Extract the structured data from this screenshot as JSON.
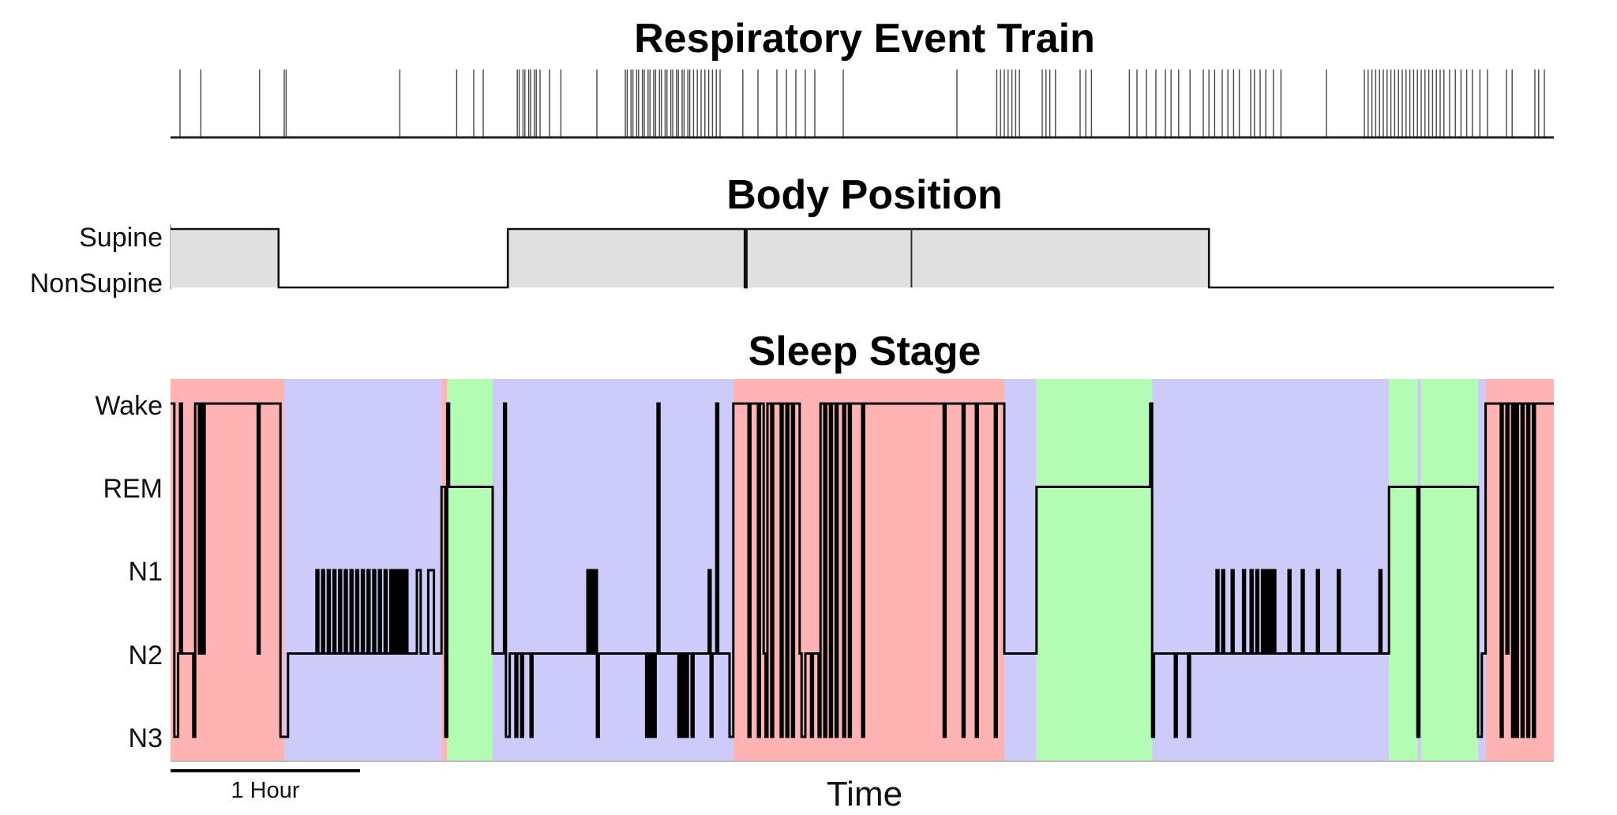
{
  "chart_data": [
    {
      "type": "event-raster",
      "title": "Respiratory Event Train",
      "x_range_hours": [
        0,
        7.3
      ],
      "events_hours": [
        0.05,
        0.16,
        0.47,
        0.6,
        0.61,
        1.21,
        1.51,
        1.6,
        1.65,
        1.83,
        1.84,
        1.86,
        1.87,
        1.89,
        1.9,
        1.92,
        1.93,
        1.95,
        2.0,
        2.06,
        2.25,
        2.4,
        2.41,
        2.43,
        2.44,
        2.46,
        2.47,
        2.49,
        2.5,
        2.52,
        2.53,
        2.55,
        2.56,
        2.58,
        2.59,
        2.61,
        2.62,
        2.64,
        2.65,
        2.67,
        2.68,
        2.7,
        2.71,
        2.73,
        2.74,
        2.76,
        2.78,
        2.8,
        2.82,
        2.84,
        2.86,
        2.88,
        2.9,
        3.02,
        3.1,
        3.2,
        3.25,
        3.3,
        3.35,
        3.4,
        3.55,
        4.15,
        4.36,
        4.38,
        4.4,
        4.42,
        4.44,
        4.46,
        4.48,
        4.6,
        4.62,
        4.64,
        4.67,
        4.8,
        4.83,
        4.86,
        5.06,
        5.1,
        5.15,
        5.2,
        5.25,
        5.28,
        5.32,
        5.38,
        5.45,
        5.48,
        5.51,
        5.55,
        5.58,
        5.61,
        5.64,
        5.7,
        5.72,
        5.75,
        5.78,
        5.82,
        5.86,
        6.1,
        6.3,
        6.32,
        6.34,
        6.36,
        6.38,
        6.4,
        6.42,
        6.44,
        6.46,
        6.48,
        6.5,
        6.52,
        6.54,
        6.56,
        6.58,
        6.6,
        6.62,
        6.64,
        6.66,
        6.68,
        6.7,
        6.72,
        6.75,
        6.78,
        6.81,
        6.84,
        6.87,
        6.91,
        6.95,
        7.05,
        7.08,
        7.2,
        7.22,
        7.25
      ]
    },
    {
      "type": "step",
      "title": "Body Position",
      "levels": [
        "Supine",
        "NonSupine"
      ],
      "segments": [
        {
          "start": 0.0,
          "end": 0.57,
          "position": "Supine"
        },
        {
          "start": 0.57,
          "end": 1.78,
          "position": "NonSupine"
        },
        {
          "start": 1.78,
          "end": 3.03,
          "position": "Supine"
        },
        {
          "start": 3.03,
          "end": 3.04,
          "position": "NonSupine"
        },
        {
          "start": 3.04,
          "end": 5.48,
          "position": "Supine"
        },
        {
          "start": 5.48,
          "end": 7.3,
          "position": "NonSupine"
        }
      ],
      "transition_marks_hours": [
        3.91
      ]
    },
    {
      "type": "hypnogram",
      "title": "Sleep Stage",
      "xlabel": "Time",
      "stages": [
        "Wake",
        "REM",
        "N1",
        "N2",
        "N3"
      ],
      "scale_bar": {
        "hours": 1,
        "label": "1 Hour"
      },
      "background_colors": {
        "wake": "#ffb3b3",
        "nrem": "#cccbfa",
        "rem": "#b3fcb3"
      },
      "background_segments": [
        {
          "start": 0.0,
          "end": 0.2,
          "state": "wake"
        },
        {
          "start": 0.2,
          "end": 0.6,
          "state": "wake"
        },
        {
          "start": 0.6,
          "end": 1.43,
          "state": "nrem"
        },
        {
          "start": 1.43,
          "end": 1.46,
          "state": "wake"
        },
        {
          "start": 1.46,
          "end": 1.7,
          "state": "rem"
        },
        {
          "start": 1.7,
          "end": 2.97,
          "state": "nrem"
        },
        {
          "start": 2.97,
          "end": 4.4,
          "state": "wake"
        },
        {
          "start": 4.4,
          "end": 4.57,
          "state": "nrem"
        },
        {
          "start": 4.57,
          "end": 5.18,
          "state": "rem"
        },
        {
          "start": 5.18,
          "end": 6.43,
          "state": "nrem"
        },
        {
          "start": 6.43,
          "end": 6.58,
          "state": "rem"
        },
        {
          "start": 6.58,
          "end": 6.6,
          "state": "nrem"
        },
        {
          "start": 6.6,
          "end": 6.9,
          "state": "rem"
        },
        {
          "start": 6.9,
          "end": 6.94,
          "state": "nrem"
        },
        {
          "start": 6.94,
          "end": 7.3,
          "state": "wake"
        }
      ],
      "hypnogram_steps": [
        {
          "t": 0.0,
          "stage": "Wake"
        },
        {
          "t": 0.02,
          "stage": "N3"
        },
        {
          "t": 0.04,
          "stage": "N2"
        },
        {
          "t": 0.05,
          "stage": "Wake"
        },
        {
          "t": 0.06,
          "stage": "N2"
        },
        {
          "t": 0.12,
          "stage": "N3"
        },
        {
          "t": 0.13,
          "stage": "Wake"
        },
        {
          "t": 0.15,
          "stage": "N2"
        },
        {
          "t": 0.16,
          "stage": "Wake"
        },
        {
          "t": 0.17,
          "stage": "N2"
        },
        {
          "t": 0.18,
          "stage": "Wake"
        },
        {
          "t": 0.46,
          "stage": "N2"
        },
        {
          "t": 0.47,
          "stage": "Wake"
        },
        {
          "t": 0.58,
          "stage": "N3"
        },
        {
          "t": 0.62,
          "stage": "N2"
        },
        {
          "t": 0.77,
          "stage": "N1"
        },
        {
          "t": 0.78,
          "stage": "N2"
        },
        {
          "t": 0.8,
          "stage": "N1"
        },
        {
          "t": 0.81,
          "stage": "N2"
        },
        {
          "t": 0.83,
          "stage": "N1"
        },
        {
          "t": 0.84,
          "stage": "N2"
        },
        {
          "t": 0.86,
          "stage": "N1"
        },
        {
          "t": 0.87,
          "stage": "N2"
        },
        {
          "t": 0.89,
          "stage": "N1"
        },
        {
          "t": 0.9,
          "stage": "N2"
        },
        {
          "t": 0.92,
          "stage": "N1"
        },
        {
          "t": 0.93,
          "stage": "N2"
        },
        {
          "t": 0.95,
          "stage": "N1"
        },
        {
          "t": 0.96,
          "stage": "N2"
        },
        {
          "t": 0.98,
          "stage": "N1"
        },
        {
          "t": 0.99,
          "stage": "N2"
        },
        {
          "t": 1.01,
          "stage": "N1"
        },
        {
          "t": 1.02,
          "stage": "N2"
        },
        {
          "t": 1.04,
          "stage": "N1"
        },
        {
          "t": 1.05,
          "stage": "N2"
        },
        {
          "t": 1.07,
          "stage": "N1"
        },
        {
          "t": 1.08,
          "stage": "N2"
        },
        {
          "t": 1.1,
          "stage": "N1"
        },
        {
          "t": 1.11,
          "stage": "N2"
        },
        {
          "t": 1.13,
          "stage": "N1"
        },
        {
          "t": 1.14,
          "stage": "N2"
        },
        {
          "t": 1.16,
          "stage": "N1"
        },
        {
          "t": 1.17,
          "stage": "N2"
        },
        {
          "t": 1.18,
          "stage": "N1"
        },
        {
          "t": 1.19,
          "stage": "N2"
        },
        {
          "t": 1.2,
          "stage": "N1"
        },
        {
          "t": 1.21,
          "stage": "N2"
        },
        {
          "t": 1.22,
          "stage": "N1"
        },
        {
          "t": 1.23,
          "stage": "N2"
        },
        {
          "t": 1.24,
          "stage": "N1"
        },
        {
          "t": 1.25,
          "stage": "N2"
        },
        {
          "t": 1.3,
          "stage": "N1"
        },
        {
          "t": 1.32,
          "stage": "N2"
        },
        {
          "t": 1.36,
          "stage": "N1"
        },
        {
          "t": 1.39,
          "stage": "N2"
        },
        {
          "t": 1.43,
          "stage": "REM"
        },
        {
          "t": 1.45,
          "stage": "N3"
        },
        {
          "t": 1.46,
          "stage": "Wake"
        },
        {
          "t": 1.47,
          "stage": "REM"
        },
        {
          "t": 1.7,
          "stage": "N2"
        },
        {
          "t": 1.76,
          "stage": "Wake"
        },
        {
          "t": 1.77,
          "stage": "N3"
        },
        {
          "t": 1.79,
          "stage": "N2"
        },
        {
          "t": 1.82,
          "stage": "N3"
        },
        {
          "t": 1.83,
          "stage": "N2"
        },
        {
          "t": 1.85,
          "stage": "N3"
        },
        {
          "t": 1.86,
          "stage": "N2"
        },
        {
          "t": 1.9,
          "stage": "N3"
        },
        {
          "t": 1.91,
          "stage": "N2"
        },
        {
          "t": 2.2,
          "stage": "N1"
        },
        {
          "t": 2.21,
          "stage": "N2"
        },
        {
          "t": 2.22,
          "stage": "N1"
        },
        {
          "t": 2.23,
          "stage": "N2"
        },
        {
          "t": 2.24,
          "stage": "N1"
        },
        {
          "t": 2.25,
          "stage": "N3"
        },
        {
          "t": 2.26,
          "stage": "N2"
        },
        {
          "t": 2.51,
          "stage": "N3"
        },
        {
          "t": 2.52,
          "stage": "N2"
        },
        {
          "t": 2.53,
          "stage": "N3"
        },
        {
          "t": 2.54,
          "stage": "N2"
        },
        {
          "t": 2.55,
          "stage": "N3"
        },
        {
          "t": 2.56,
          "stage": "N2"
        },
        {
          "t": 2.57,
          "stage": "Wake"
        },
        {
          "t": 2.58,
          "stage": "N2"
        },
        {
          "t": 2.68,
          "stage": "N3"
        },
        {
          "t": 2.69,
          "stage": "N2"
        },
        {
          "t": 2.7,
          "stage": "N3"
        },
        {
          "t": 2.71,
          "stage": "N2"
        },
        {
          "t": 2.72,
          "stage": "N3"
        },
        {
          "t": 2.73,
          "stage": "N2"
        },
        {
          "t": 2.75,
          "stage": "N3"
        },
        {
          "t": 2.76,
          "stage": "N2"
        },
        {
          "t": 2.84,
          "stage": "N1"
        },
        {
          "t": 2.85,
          "stage": "N3"
        },
        {
          "t": 2.86,
          "stage": "N2"
        },
        {
          "t": 2.88,
          "stage": "Wake"
        },
        {
          "t": 2.89,
          "stage": "N2"
        },
        {
          "t": 2.95,
          "stage": "N3"
        },
        {
          "t": 2.97,
          "stage": "Wake"
        },
        {
          "t": 3.05,
          "stage": "N3"
        },
        {
          "t": 3.06,
          "stage": "Wake"
        },
        {
          "t": 3.1,
          "stage": "N3"
        },
        {
          "t": 3.11,
          "stage": "Wake"
        },
        {
          "t": 3.13,
          "stage": "N2"
        },
        {
          "t": 3.14,
          "stage": "N3"
        },
        {
          "t": 3.15,
          "stage": "Wake"
        },
        {
          "t": 3.17,
          "stage": "N3"
        },
        {
          "t": 3.18,
          "stage": "Wake"
        },
        {
          "t": 3.22,
          "stage": "N3"
        },
        {
          "t": 3.23,
          "stage": "Wake"
        },
        {
          "t": 3.25,
          "stage": "N3"
        },
        {
          "t": 3.26,
          "stage": "Wake"
        },
        {
          "t": 3.28,
          "stage": "N3"
        },
        {
          "t": 3.29,
          "stage": "Wake"
        },
        {
          "t": 3.32,
          "stage": "N2"
        },
        {
          "t": 3.33,
          "stage": "N3"
        },
        {
          "t": 3.35,
          "stage": "N2"
        },
        {
          "t": 3.38,
          "stage": "N3"
        },
        {
          "t": 3.39,
          "stage": "N2"
        },
        {
          "t": 3.42,
          "stage": "N3"
        },
        {
          "t": 3.43,
          "stage": "Wake"
        },
        {
          "t": 3.45,
          "stage": "N3"
        },
        {
          "t": 3.46,
          "stage": "Wake"
        },
        {
          "t": 3.48,
          "stage": "N3"
        },
        {
          "t": 3.49,
          "stage": "Wake"
        },
        {
          "t": 3.51,
          "stage": "N3"
        },
        {
          "t": 3.52,
          "stage": "Wake"
        },
        {
          "t": 3.55,
          "stage": "N3"
        },
        {
          "t": 3.56,
          "stage": "Wake"
        },
        {
          "t": 3.58,
          "stage": "N3"
        },
        {
          "t": 3.59,
          "stage": "Wake"
        },
        {
          "t": 3.65,
          "stage": "N3"
        },
        {
          "t": 3.66,
          "stage": "Wake"
        },
        {
          "t": 4.08,
          "stage": "N3"
        },
        {
          "t": 4.09,
          "stage": "Wake"
        },
        {
          "t": 4.18,
          "stage": "N3"
        },
        {
          "t": 4.19,
          "stage": "Wake"
        },
        {
          "t": 4.25,
          "stage": "N3"
        },
        {
          "t": 4.26,
          "stage": "Wake"
        },
        {
          "t": 4.35,
          "stage": "N3"
        },
        {
          "t": 4.36,
          "stage": "Wake"
        },
        {
          "t": 4.4,
          "stage": "N2"
        },
        {
          "t": 4.57,
          "stage": "REM"
        },
        {
          "t": 5.17,
          "stage": "Wake"
        },
        {
          "t": 5.18,
          "stage": "N3"
        },
        {
          "t": 5.19,
          "stage": "N2"
        },
        {
          "t": 5.3,
          "stage": "N3"
        },
        {
          "t": 5.31,
          "stage": "N2"
        },
        {
          "t": 5.37,
          "stage": "N3"
        },
        {
          "t": 5.38,
          "stage": "N2"
        },
        {
          "t": 5.52,
          "stage": "N1"
        },
        {
          "t": 5.53,
          "stage": "N2"
        },
        {
          "t": 5.55,
          "stage": "N1"
        },
        {
          "t": 5.56,
          "stage": "N2"
        },
        {
          "t": 5.6,
          "stage": "N1"
        },
        {
          "t": 5.61,
          "stage": "N2"
        },
        {
          "t": 5.66,
          "stage": "N1"
        },
        {
          "t": 5.67,
          "stage": "N2"
        },
        {
          "t": 5.7,
          "stage": "N1"
        },
        {
          "t": 5.71,
          "stage": "N2"
        },
        {
          "t": 5.73,
          "stage": "N1"
        },
        {
          "t": 5.74,
          "stage": "N2"
        },
        {
          "t": 5.76,
          "stage": "N1"
        },
        {
          "t": 5.77,
          "stage": "N2"
        },
        {
          "t": 5.78,
          "stage": "N1"
        },
        {
          "t": 5.79,
          "stage": "N2"
        },
        {
          "t": 5.8,
          "stage": "N1"
        },
        {
          "t": 5.81,
          "stage": "N2"
        },
        {
          "t": 5.82,
          "stage": "N1"
        },
        {
          "t": 5.83,
          "stage": "N2"
        },
        {
          "t": 5.9,
          "stage": "N1"
        },
        {
          "t": 5.91,
          "stage": "N2"
        },
        {
          "t": 5.97,
          "stage": "N1"
        },
        {
          "t": 5.98,
          "stage": "N2"
        },
        {
          "t": 6.05,
          "stage": "N1"
        },
        {
          "t": 6.06,
          "stage": "N2"
        },
        {
          "t": 6.16,
          "stage": "N1"
        },
        {
          "t": 6.17,
          "stage": "N2"
        },
        {
          "t": 6.38,
          "stage": "N1"
        },
        {
          "t": 6.39,
          "stage": "N2"
        },
        {
          "t": 6.43,
          "stage": "REM"
        },
        {
          "t": 6.58,
          "stage": "N3"
        },
        {
          "t": 6.59,
          "stage": "REM"
        },
        {
          "t": 6.9,
          "stage": "N3"
        },
        {
          "t": 6.92,
          "stage": "N2"
        },
        {
          "t": 6.94,
          "stage": "Wake"
        },
        {
          "t": 7.02,
          "stage": "N3"
        },
        {
          "t": 7.03,
          "stage": "Wake"
        },
        {
          "t": 7.05,
          "stage": "N2"
        },
        {
          "t": 7.06,
          "stage": "Wake"
        },
        {
          "t": 7.08,
          "stage": "N3"
        },
        {
          "t": 7.09,
          "stage": "Wake"
        },
        {
          "t": 7.1,
          "stage": "N3"
        },
        {
          "t": 7.11,
          "stage": "Wake"
        },
        {
          "t": 7.13,
          "stage": "N3"
        },
        {
          "t": 7.14,
          "stage": "Wake"
        },
        {
          "t": 7.16,
          "stage": "N3"
        },
        {
          "t": 7.17,
          "stage": "Wake"
        },
        {
          "t": 7.19,
          "stage": "N3"
        },
        {
          "t": 7.2,
          "stage": "Wake"
        },
        {
          "t": 7.3,
          "stage": "Wake"
        }
      ]
    }
  ]
}
